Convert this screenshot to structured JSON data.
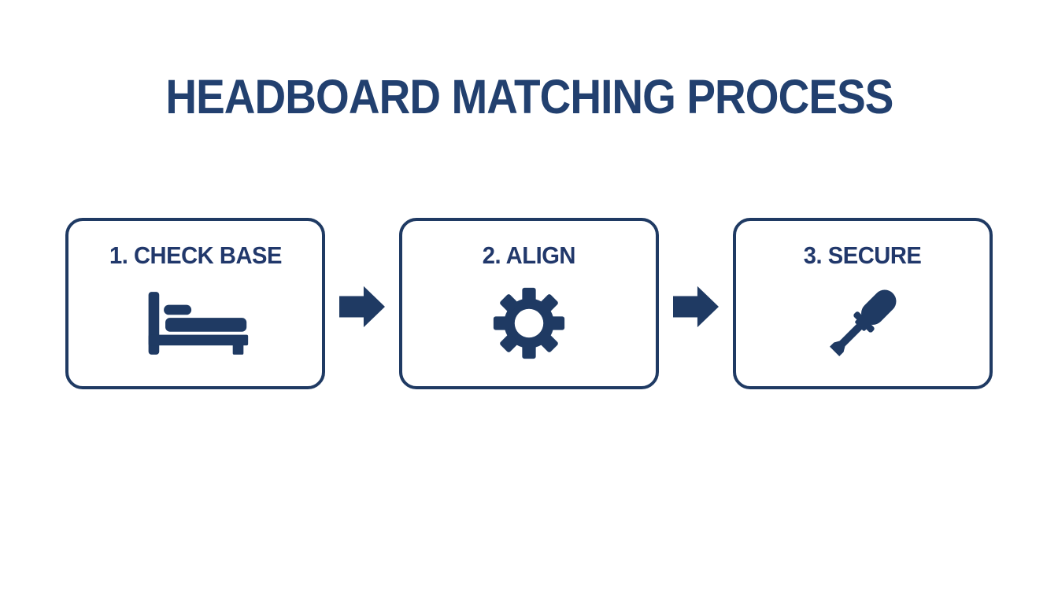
{
  "title": "HEADBOARD MATCHING PROCESS",
  "colors": {
    "navy": "#1f3a63",
    "title_navy": "#22406f",
    "background": "#ffffff"
  },
  "steps": [
    {
      "label": "1. CHECK BASE",
      "icon": "bed-icon"
    },
    {
      "label": "2. ALIGN",
      "icon": "gear-icon"
    },
    {
      "label": "3. SECURE",
      "icon": "screwdriver-icon"
    }
  ],
  "connectors": [
    {
      "icon": "arrow-right-icon"
    },
    {
      "icon": "arrow-right-icon"
    }
  ]
}
